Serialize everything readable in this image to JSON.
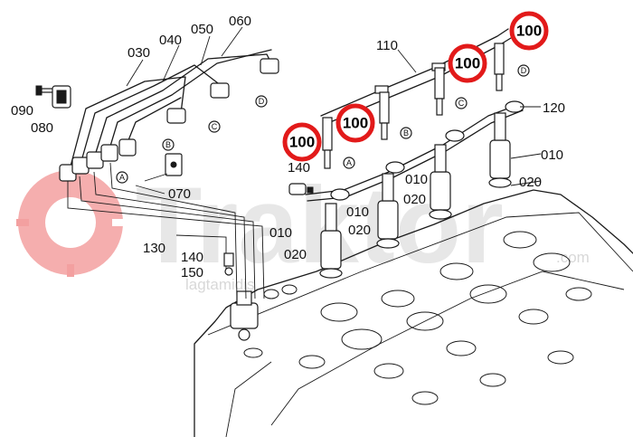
{
  "watermark": {
    "brand": "Traktor",
    "subtitle": "lagtamidis",
    "domain_suffix": ".com",
    "color": "#f08080"
  },
  "highlight": {
    "color": "#e21a1a",
    "label": "100"
  },
  "part_labels": {
    "p010": "010",
    "p020": "020",
    "p030": "030",
    "p040": "040",
    "p050": "050",
    "p060": "060",
    "p070": "070",
    "p080": "080",
    "p090": "090",
    "p100": "100",
    "p110": "110",
    "p120": "120",
    "p130": "130",
    "p140": "140",
    "p150": "150"
  },
  "circle_letters": {
    "a": "A",
    "b": "B",
    "c": "C",
    "d": "D"
  }
}
